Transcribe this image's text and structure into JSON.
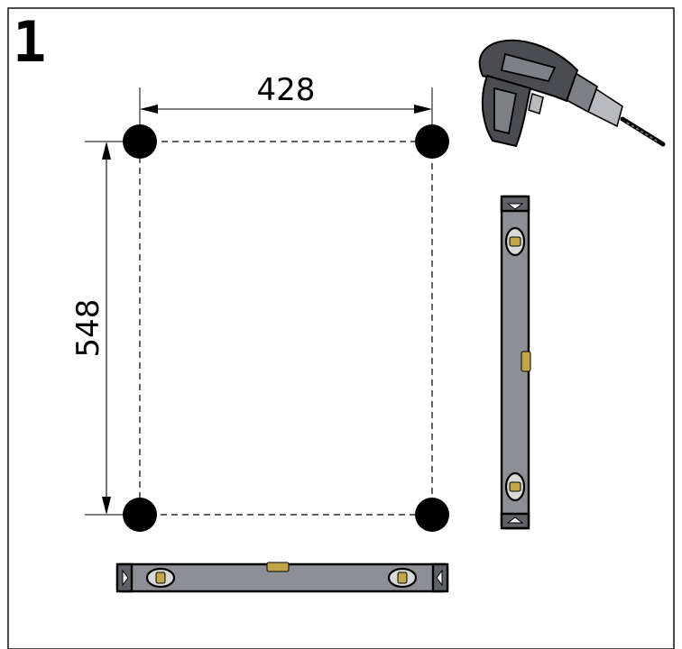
{
  "step": {
    "number": "1"
  },
  "dimensions": {
    "width": "428",
    "height": "548"
  },
  "tools": {
    "drill": "drill-icon",
    "level": "spirit-level-icon"
  },
  "colors": {
    "hole": "#000000",
    "tool_body": "#8c8f96",
    "vial_liquid": "#c2a54a"
  }
}
